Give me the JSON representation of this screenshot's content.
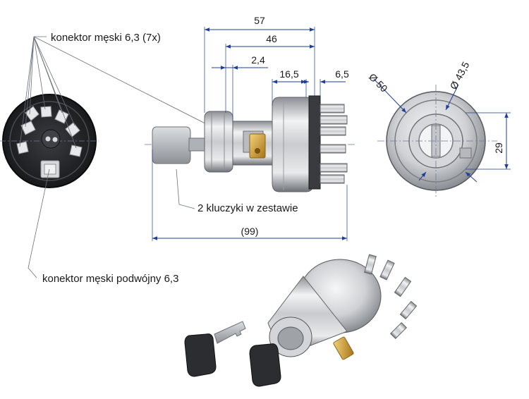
{
  "labels": {
    "male_connector_7x": "konektor męski 6,3 (7x)",
    "double_connector": "konektor męski podwójny 6,3",
    "keys": "2 kluczyki w zestawie"
  },
  "dimensions": {
    "length_57": "57",
    "length_46": "46",
    "length_2_4": "2,4",
    "length_16_5": "16,5",
    "length_6_5": "6,5",
    "length_99": "(99)",
    "diameter_50": "Ø 50",
    "diameter_43_5": "Ø 43,5",
    "height_29": "29"
  },
  "colors": {
    "dimension_line": "#1f3f9a",
    "metal_light": "#e6e7e9",
    "metal_dark": "#7d8085",
    "body_dark": "#2a2b2e",
    "brass": "#c8962e",
    "key": "#b9bcc0"
  }
}
